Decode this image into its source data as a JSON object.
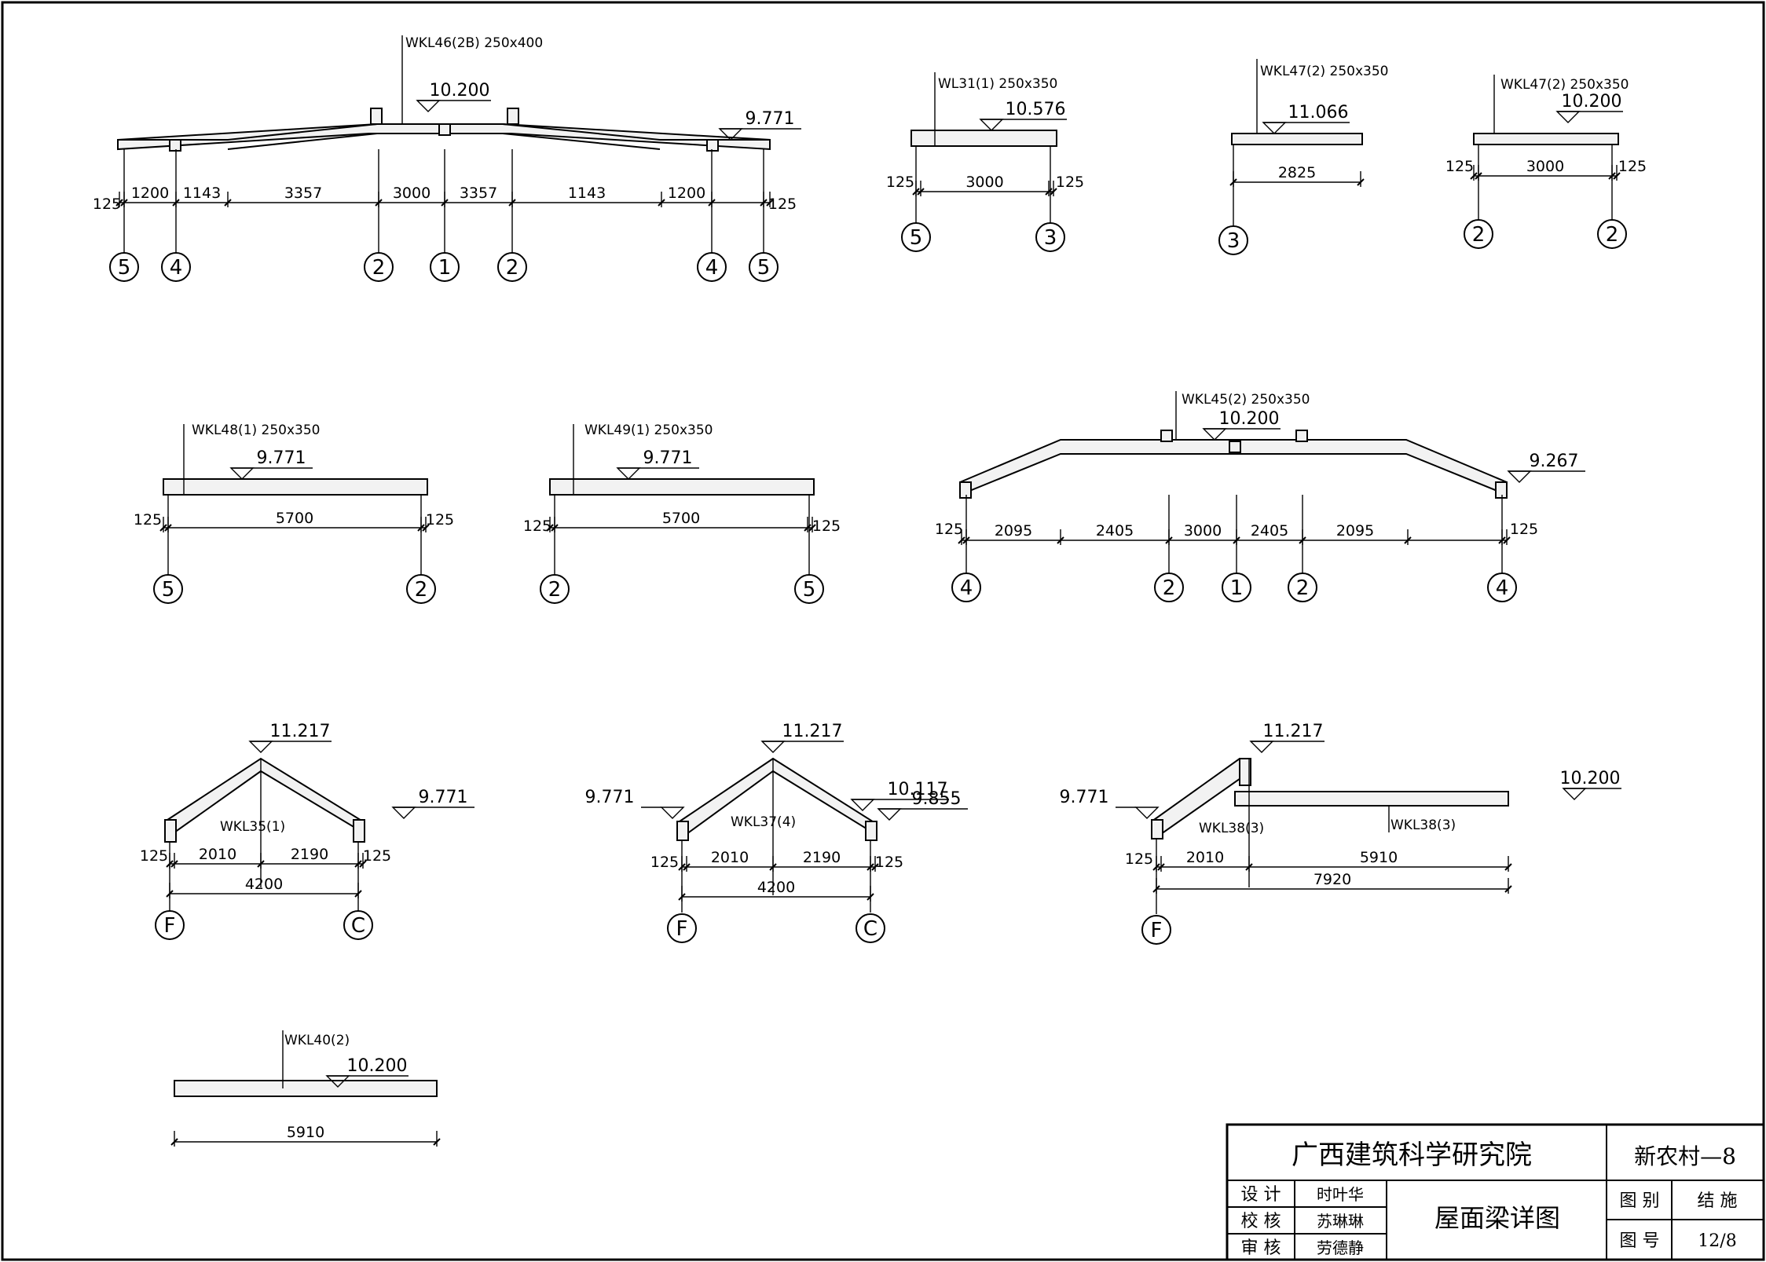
{
  "title_block": {
    "institute": "广西建筑科学研究院",
    "project_code": "新农村—8",
    "roles": [
      "设 计",
      "校 核",
      "审 核"
    ],
    "names": [
      "时叶华",
      "苏琳琳",
      "劳德静"
    ],
    "drawing_title": "屋面梁详图",
    "category_label": "图 别",
    "category_value": "结 施",
    "number_label": "图 号",
    "number_value": "12/8"
  },
  "beams": [
    {
      "label": "WKL46(2B) 250x400",
      "elevations": [
        "10.200",
        "9.771"
      ],
      "dims": [
        "125",
        "1200",
        "1143",
        "3357",
        "3000",
        "3357",
        "1143",
        "1200",
        "125"
      ],
      "axes": [
        "5",
        "4",
        "2",
        "1",
        "2",
        "4",
        "5"
      ]
    },
    {
      "label": "WL31(1) 250x350",
      "elevations": [
        "10.576"
      ],
      "dims": [
        "125",
        "3000",
        "125"
      ],
      "axes": [
        "5",
        "3"
      ]
    },
    {
      "label": "WKL47(2) 250x350",
      "elevations": [
        "11.066"
      ],
      "dims": [
        "2825"
      ],
      "axes": [
        "3"
      ]
    },
    {
      "label": "WKL47(2) 250x350",
      "elevations": [
        "10.200"
      ],
      "dims": [
        "125",
        "3000",
        "125"
      ],
      "axes": [
        "2",
        "2"
      ]
    },
    {
      "label": "WKL48(1) 250x350",
      "elevations": [
        "9.771"
      ],
      "dims": [
        "125",
        "5700",
        "125"
      ],
      "axes": [
        "5",
        "2"
      ]
    },
    {
      "label": "WKL49(1) 250x350",
      "elevations": [
        "9.771"
      ],
      "dims": [
        "125",
        "5700",
        "125"
      ],
      "axes": [
        "2",
        "5"
      ]
    },
    {
      "label": "WKL45(2) 250x350",
      "elevations": [
        "10.200",
        "9.267"
      ],
      "dims": [
        "125",
        "2095",
        "2405",
        "3000",
        "2405",
        "2095",
        "125"
      ],
      "axes": [
        "4",
        "2",
        "1",
        "2",
        "4"
      ]
    },
    {
      "label": "WKL35(1)",
      "elevations": [
        "11.217",
        "9.771"
      ],
      "dims": [
        "125",
        "2010",
        "2190",
        "125",
        "4200"
      ],
      "axes": [
        "F",
        "C"
      ]
    },
    {
      "label": "WKL37(4)",
      "elevations": [
        "9.771",
        "11.217",
        "10.117",
        "9.855"
      ],
      "dims": [
        "125",
        "2010",
        "2190",
        "125",
        "4200"
      ],
      "axes": [
        "F",
        "C"
      ]
    },
    {
      "label": "WKL38(3)",
      "label2": "WKL38(3)",
      "elevations": [
        "9.771",
        "11.217",
        "10.200"
      ],
      "dims": [
        "125",
        "2010",
        "5910",
        "7920"
      ],
      "axes": [
        "F"
      ]
    },
    {
      "label": "WKL40(2)",
      "elevations": [
        "10.200"
      ],
      "dims": [
        "5910"
      ],
      "axes": []
    }
  ]
}
